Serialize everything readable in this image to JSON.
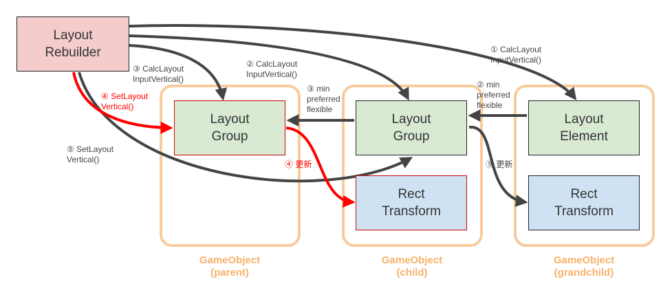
{
  "containers": {
    "parent": "GameObject\n(parent)",
    "child": "GameObject\n(child)",
    "grandchild": "GameObject\n(grandchild)"
  },
  "nodes": {
    "rebuilder": "Layout\nRebuilder",
    "parent_group": "Layout\nGroup",
    "child_group": "Layout\nGroup",
    "child_rect": "Rect\nTransform",
    "layout_element": "Layout\nElement",
    "grandchild_rect": "Rect\nTransform"
  },
  "labels": {
    "calc_grandchild": "① CalcLayout\nInputVertical()",
    "calc_child": "② CalcLayout\nInputVertical()",
    "calc_parent": "③ CalcLayout\nInputVertical()",
    "min_child": "② min\npreferred\nflexible",
    "min_parent": "③ min\npreferred\nflexible",
    "set_red": "④ SetLayout\nVertical()",
    "set_black": "⑤ SetLayout\nVertical()",
    "update_red": "④ 更新",
    "update_black": "⑤ 更新"
  },
  "colors": {
    "container_border": "#f9cb9c",
    "container_label": "#f6b26b",
    "arrow_dark": "#444444",
    "arrow_red": "#ff0000",
    "group_fill": "#d9ead3",
    "rect_fill": "#cfe2f3",
    "rebuilder_fill": "#f4cccc"
  }
}
